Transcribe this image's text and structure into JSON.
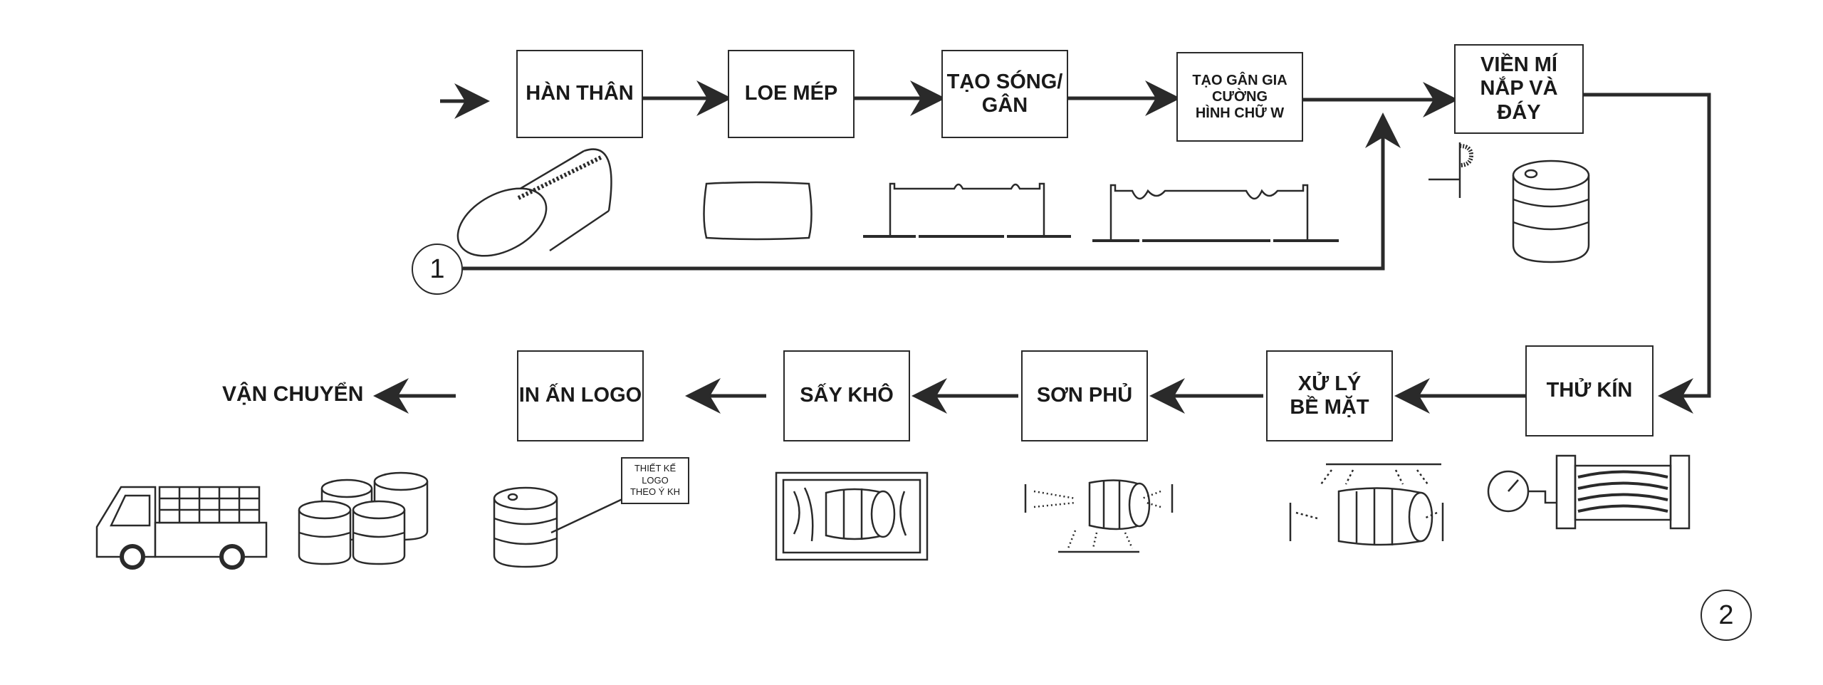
{
  "steps_top": [
    {
      "label": "HÀN THÂN"
    },
    {
      "label": "LOE MÉP"
    },
    {
      "label": "TẠO SÓNG/\nGÂN"
    },
    {
      "label": "TẠO GÂN GIA\nCƯỜNG\nHÌNH CHỮ W"
    },
    {
      "label": "VIỀN MÍ\nNẮP VÀ ĐÁY"
    }
  ],
  "steps_bottom": [
    {
      "label": "THỬ KÍN"
    },
    {
      "label": "XỬ LÝ\nBỀ MẶT"
    },
    {
      "label": "SƠN PHỦ"
    },
    {
      "label": "SẤY KHÔ"
    },
    {
      "label": "IN ẤN LOGO"
    }
  ],
  "end_label": "VẬN CHUYỂN",
  "node_1": "1",
  "node_2": "2",
  "logo_note": "THIẾT KẾ LOGO\nTHEO Ý KH",
  "colors": {
    "line": "#2a2a2a",
    "background": "#ffffff"
  }
}
